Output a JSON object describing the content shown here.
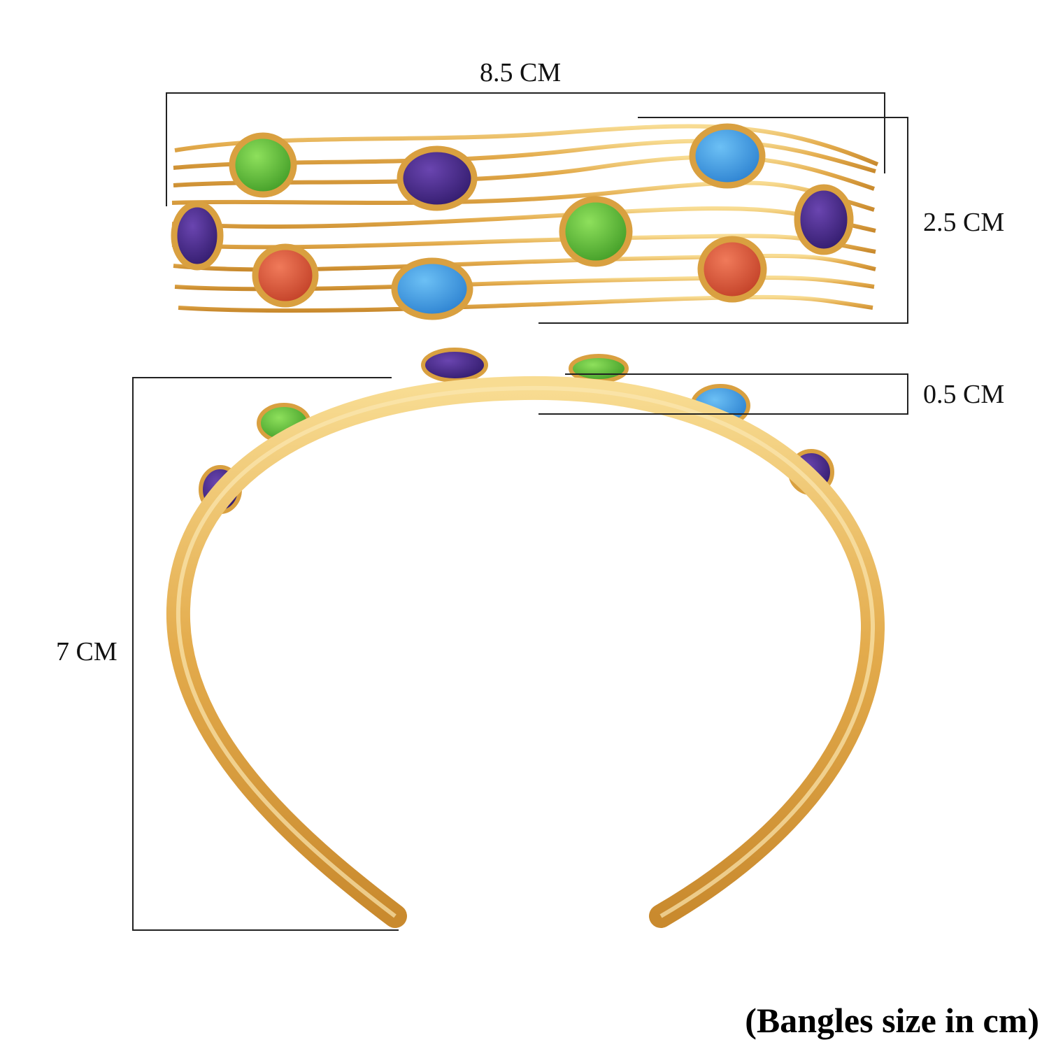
{
  "dimensions": {
    "width_label": "8.5 CM",
    "height_label": "2.5 CM",
    "thickness_label": "0.5 CM",
    "diameter_label": "7 CM"
  },
  "caption": "(Bangles size in cm)",
  "colors": {
    "gold": "#e0a94a",
    "gold_light": "#f7d98a",
    "stone_green": "#5cb83a",
    "stone_purple": "#4b2b8c",
    "stone_blue": "#3a9be0",
    "stone_red": "#d9553a",
    "dimension_line": "#222222"
  }
}
